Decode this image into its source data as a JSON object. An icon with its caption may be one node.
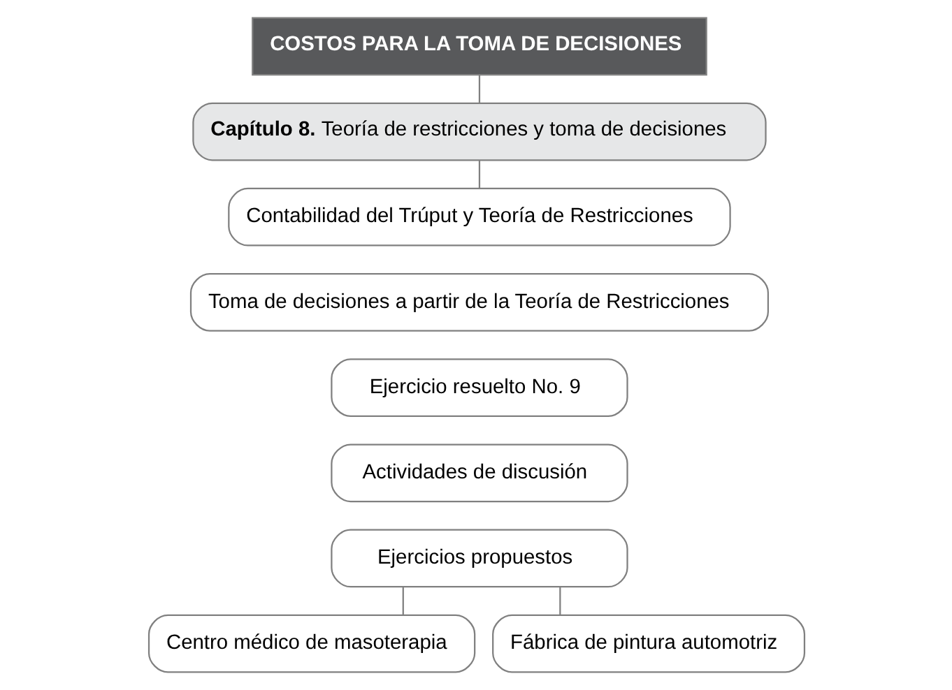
{
  "diagram": {
    "nodes": [
      {
        "text": [
          "COSTOS PARA LA TOMA DE DECISIONES"
        ]
      },
      {
        "text": [
          "**Capítulo 8.** Teoría de restricciones y toma de decisiones"
        ]
      },
      {
        "text": [
          "Contabilidad del Trúput y Teoría de Restricciones"
        ]
      },
      {
        "text": [
          "Toma de decisiones a partir de la Teoría de Restricciones"
        ]
      },
      {
        "text": [
          "Ejercicio resuelto No. 9"
        ]
      },
      {
        "text": [
          "Actividades de discusión"
        ]
      },
      {
        "text": [
          "Ejercicios propuestos"
        ]
      },
      {
        "text": [
          "Centro médico de masoterapia"
        ]
      },
      {
        "text": [
          "Fábrica de pintura automotriz"
        ]
      }
    ],
    "edges": [
      {
        "from": 0,
        "to": 1,
        "arrow": "none"
      },
      {
        "from": 1,
        "to": 2,
        "arrow": "none"
      },
      {
        "from": 6,
        "to": 7,
        "arrow": "none"
      },
      {
        "from": 6,
        "to": 8,
        "arrow": "none"
      }
    ]
  }
}
